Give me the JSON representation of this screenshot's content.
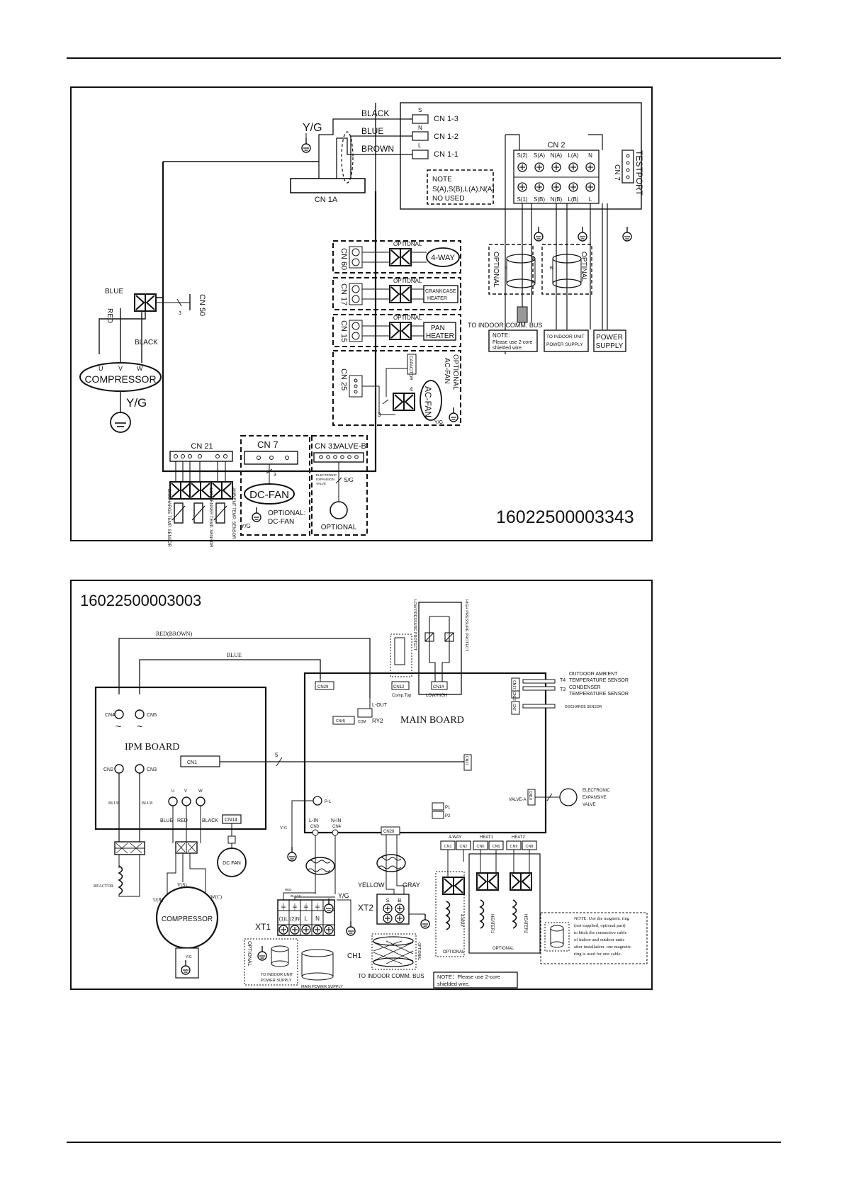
{
  "diagram1": {
    "code": "16022500003343",
    "labels": {
      "yg_top": "Y/G",
      "black": "BLACK",
      "blue": "BLUE",
      "brown": "BROWN",
      "s": "S",
      "n": "N",
      "l": "L",
      "cn13": "CN 1-3",
      "cn12": "CN 1-2",
      "cn11": "CN 1-1",
      "cn1a": "CN 1A",
      "note_title": "NOTE",
      "note_line1": "S(A),S(B),L(A),N(A)",
      "note_line2": "NO USED",
      "cn2": "CN 2",
      "cn7_test": "CN 7",
      "testport": "TESTPORT",
      "cn2_top": [
        "S(2)",
        "S(A)",
        "N(A)",
        "L(A)",
        "N"
      ],
      "cn2_bottom": [
        "S(1)",
        "S(B)",
        "N(B)",
        "L(B)",
        "L"
      ],
      "optional": "OPTIONAL",
      "optinal": "OPTINAL",
      "b": "B",
      "to_indoor_bus": "TO INDOOR COMM. BUS",
      "note2_title": "NOTE:",
      "note2_line1": "Please use 2-core",
      "note2_line2": "shielded wire.",
      "to_indoor_unit": "TO INDOOR UNIT",
      "power_supply_small": "POWER SUPPLY",
      "power": "POWER",
      "supply": "SUPPLY",
      "cn60": "CN 60",
      "four_way": "4-WAY",
      "cn17": "CN 17",
      "crankcase": "CRANKCASE",
      "heater": "HEATER",
      "cn15": "CN 15",
      "pan": "PAN",
      "cn25": "CN 25",
      "capacitor": "CAPACITOR",
      "opt_acfan1": "OPTIONAL",
      "opt_acfan2": "AC-FAN",
      "acfan": "AC-FAN",
      "yg_small": "Y/G",
      "three": "3",
      "four": "4",
      "blue_comp": "BLUE",
      "red": "RED",
      "black_comp": "BLACK",
      "cn50": "CN 50",
      "u": "U",
      "v": "V",
      "w": "W",
      "compressor": "COMPRESSOR",
      "yg_comp": "Y/G",
      "cn21": "CN 21",
      "cn7_fan": "CN 7",
      "cn31": "CN 31",
      "valve_b": "VALVE-B",
      "dcfan": "DC-FAN",
      "opt_dcfan1": "OPTIONAL:",
      "opt_dcfan2": "DC-FAN",
      "sg": "S/G",
      "eev1": "ELECTRONIC",
      "eev2": "EXPANSION",
      "eev3": "VALVE",
      "opt_valve": "OPTIONAL",
      "sensor1": "DISCHARGE TEMP. SENSOR",
      "sensor2": "CONDENSER TEMP. SENSOR",
      "sensor3": "AMBIENT TEMP. SENSOR"
    }
  },
  "diagram2": {
    "code": "16022500003003",
    "labels": {
      "red_brown": "RED(BROWN)",
      "blue_wire": "BLUE",
      "cn4": "CN4",
      "cn5": "CN5",
      "cn2": "CN2",
      "cn3": "CN3",
      "cn1": "CN1",
      "ipm_board": "IPM BOARD",
      "main_board": "MAIN BOARD",
      "blue_l": "BLUE",
      "blue_r": "BLUE",
      "u": "U",
      "v": "V",
      "w": "W",
      "blue_u": "BLUE",
      "red_v": "RED",
      "black_w": "BLACK",
      "cn14_ipm": "CN14",
      "reactor": "REACTOR",
      "dc_fan": "DC FAN",
      "u_r": "U(R)",
      "v_s": "V(S)",
      "w_c": "W(C)",
      "compressor": "COMPRESSOR",
      "yg": "Y/G",
      "cn29": "CN29",
      "cn12": "CN12",
      "comp_top": "Comp.Top",
      "cn14": "CN14",
      "low_high": "LOW/HIGH",
      "low_prot": "LOW PRESSURE PROTECT",
      "high_prot": "HIGH PRESSURE PROTECT",
      "l_out": "L-OUT",
      "cn4_ry": "CN(4)",
      "com": "COM",
      "ry2": "RY2",
      "five": "5",
      "cn21": "CN21",
      "cn17": "CN17",
      "cn22": "CN22",
      "cn7": "CN7",
      "t4": "T4",
      "t3": "T3",
      "oat1": "OUTDOOR AMBIENT",
      "oat2": "TEMPERATURE SENSOR",
      "cond1": "CONDENSER",
      "cond2": "TEMPERATURE SENSOR",
      "discharge": "DISCHARGE SENSOR",
      "valve_a": "VALVE-A",
      "cn18": "CN18",
      "eev1": "ELECTRONIC",
      "eev2": "EXPANSIVE",
      "eev3": "VALVE",
      "p1_conn": "P-1",
      "yg_main": "Y/G",
      "p1": "P1",
      "p2": "P2",
      "l_in": "L-IN",
      "n_in": "N-IN",
      "cn3_b": "CN3",
      "cn4_b": "CN4",
      "cn28": "CN28",
      "four_way_h": "4-WAY",
      "heat1": "HEAT1",
      "heat2": "HEAT2",
      "cn1_b": "CN1",
      "cn2_b": "CN2",
      "cn6": "CN6",
      "cn5_b": "CN5",
      "cn9": "CN9",
      "cn8": "CN8",
      "four_way_v": "4-WAY",
      "heater1": "HEATER1",
      "heater2": "HEATER2",
      "optional_1": "OPTIONAL",
      "optional_2": "OPTIONAL",
      "optional_3": "OPTIONAL",
      "yellow": "YELLOW",
      "gray": "GRAY",
      "xt1": "XT1",
      "xt2": "XT2",
      "ch1": "CH1",
      "yg_xt": "Y/G",
      "red_small": "RED",
      "black_small": "BLACK",
      "xt1_terms": [
        "(1)L",
        "(2)N",
        "L",
        "N"
      ],
      "xt2_terms": [
        "S",
        "B"
      ],
      "to_indoor_bus": "TO INDOOR COMM. BUS",
      "to_indoor_unit": "TO INDOOR UNIT",
      "power_supply": "POWER SUPPLY",
      "main_power": "MAIN POWER SUPPLY",
      "note_line1": "NOTE：Please use 2-core",
      "note_line2": "shielded wire.",
      "ring_note": [
        "NOTE: Use the magnetic ring",
        "(not supplied, optional part)",
        "to hitch the connective cable",
        "of indoor and outdoor units",
        "after installation. one magnetic",
        "ring is used for one cable."
      ]
    }
  }
}
